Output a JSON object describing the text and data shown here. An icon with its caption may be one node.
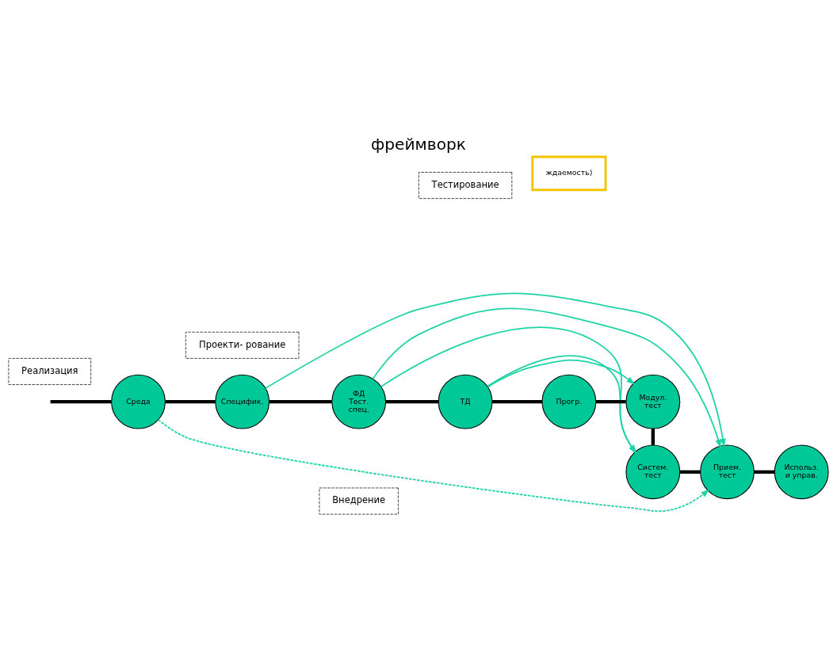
{
  "diagram": {
    "title": "фреймворк",
    "nodes": [
      {
        "text": [
          "Внедрение"
        ]
      },
      {
        "text": [
          "Среда"
        ]
      },
      {
        "text": [
          "Использ. и управ."
        ]
      },
      {
        "text": [
          "Проекти- рование"
        ]
      },
      {
        "text": [
          "Специфик."
        ]
      },
      {
        "text": [
          "Прием. тест"
        ]
      },
      {
        "text": [
          "ФД",
          "Тест. спец."
        ]
      },
      {
        "text": [
          "Тестирование"
        ]
      },
      {
        "text": [
          "Систем. тест"
        ]
      },
      {
        "text": [
          "ТД"
        ]
      },
      {
        "text": [
          "ждаемость)"
        ]
      },
      {
        "text": [
          "Модул. тест"
        ]
      },
      {
        "text": [
          "Прогр."
        ]
      },
      {
        "text": [
          "Реализация"
        ]
      }
    ],
    "edges": [
      {
        "from": null,
        "to": 1,
        "arrow": "none"
      },
      {
        "from": 1,
        "to": 4,
        "arrow": "none"
      },
      {
        "from": 4,
        "to": 6,
        "arrow": "none"
      },
      {
        "from": 6,
        "to": 9,
        "arrow": "none"
      },
      {
        "from": 9,
        "to": 12,
        "arrow": "none"
      },
      {
        "from": 12,
        "to": 11,
        "arrow": "none"
      },
      {
        "from": 11,
        "to": 8,
        "arrow": "none"
      },
      {
        "from": 8,
        "to": 5,
        "arrow": "none"
      },
      {
        "from": 5,
        "to": 2,
        "arrow": "none"
      },
      {
        "from": 1,
        "to": 5,
        "arrow": "to",
        "style": "dashed",
        "color": "#1fd3a6"
      },
      {
        "from": 4,
        "to": 5,
        "arrow": "to",
        "color": "#1fd3a6"
      },
      {
        "from": 6,
        "to": 5,
        "arrow": "to",
        "color": "#1fd3a6"
      },
      {
        "from": 6,
        "to": 8,
        "arrow": "to",
        "color": "#1fd3a6"
      },
      {
        "from": 9,
        "to": 8,
        "arrow": "to",
        "color": "#1fd3a6"
      },
      {
        "from": 9,
        "to": 11,
        "arrow": "to",
        "color": "#1fd3a6"
      }
    ]
  }
}
